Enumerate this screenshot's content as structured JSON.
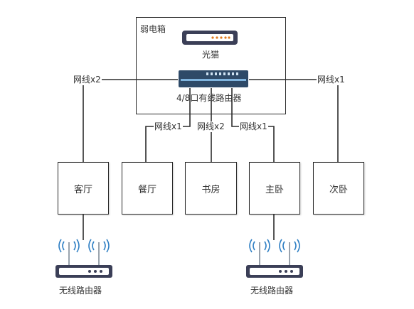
{
  "cabinet": {
    "title": "弱电箱"
  },
  "modem": {
    "label": "光猫"
  },
  "switch": {
    "label": "4/8口有线路由器"
  },
  "links": {
    "left": "网线x2",
    "right": "网线x1",
    "to_dining": "网线x1",
    "to_study": "网线x2",
    "to_master": "网线x1"
  },
  "rooms": {
    "living": "客厅",
    "dining": "餐厅",
    "study": "书房",
    "master": "主卧",
    "second": "次卧"
  },
  "routers": {
    "living": "无线路由器",
    "master": "无线路由器"
  },
  "colors": {
    "line": "#2b2b2b",
    "device_dark": "#3b3f57",
    "switch_body": "#2e4a68",
    "antenna_signal": "#2f7fc4"
  }
}
